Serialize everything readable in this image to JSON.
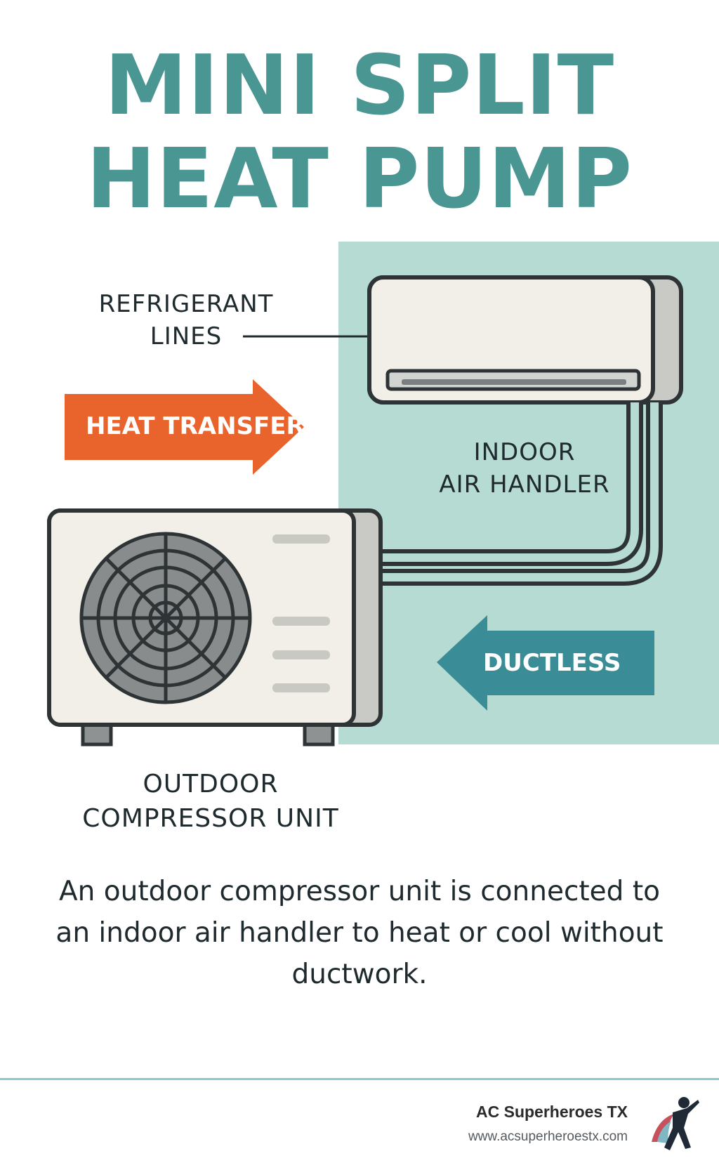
{
  "title": {
    "line1": "MINI SPLIT",
    "line2": "HEAT PUMP"
  },
  "labels": {
    "refrigerant_line1": "REFRIGERANT",
    "refrigerant_line2": "LINES",
    "heat_transfer": "HEAT TRANSFER",
    "indoor_line1": "INDOOR",
    "indoor_line2": "AIR HANDLER",
    "ductless": "DUCTLESS",
    "outdoor_line1": "OUTDOOR",
    "outdoor_line2": "COMPRESSOR UNIT"
  },
  "description": "An outdoor compressor unit is connected to an indoor air handler to heat or cool without ductwork.",
  "brand": {
    "name": "AC Superheroes TX",
    "url": "www.acsuperheroestx.com"
  },
  "colors": {
    "title": "#4a9692",
    "indoor_panel": "#b6dbd3",
    "heat_arrow": "#e8642c",
    "ductless_arrow": "#3a8d96",
    "unit_body": "#f1efe7",
    "outline": "#2e3436"
  }
}
